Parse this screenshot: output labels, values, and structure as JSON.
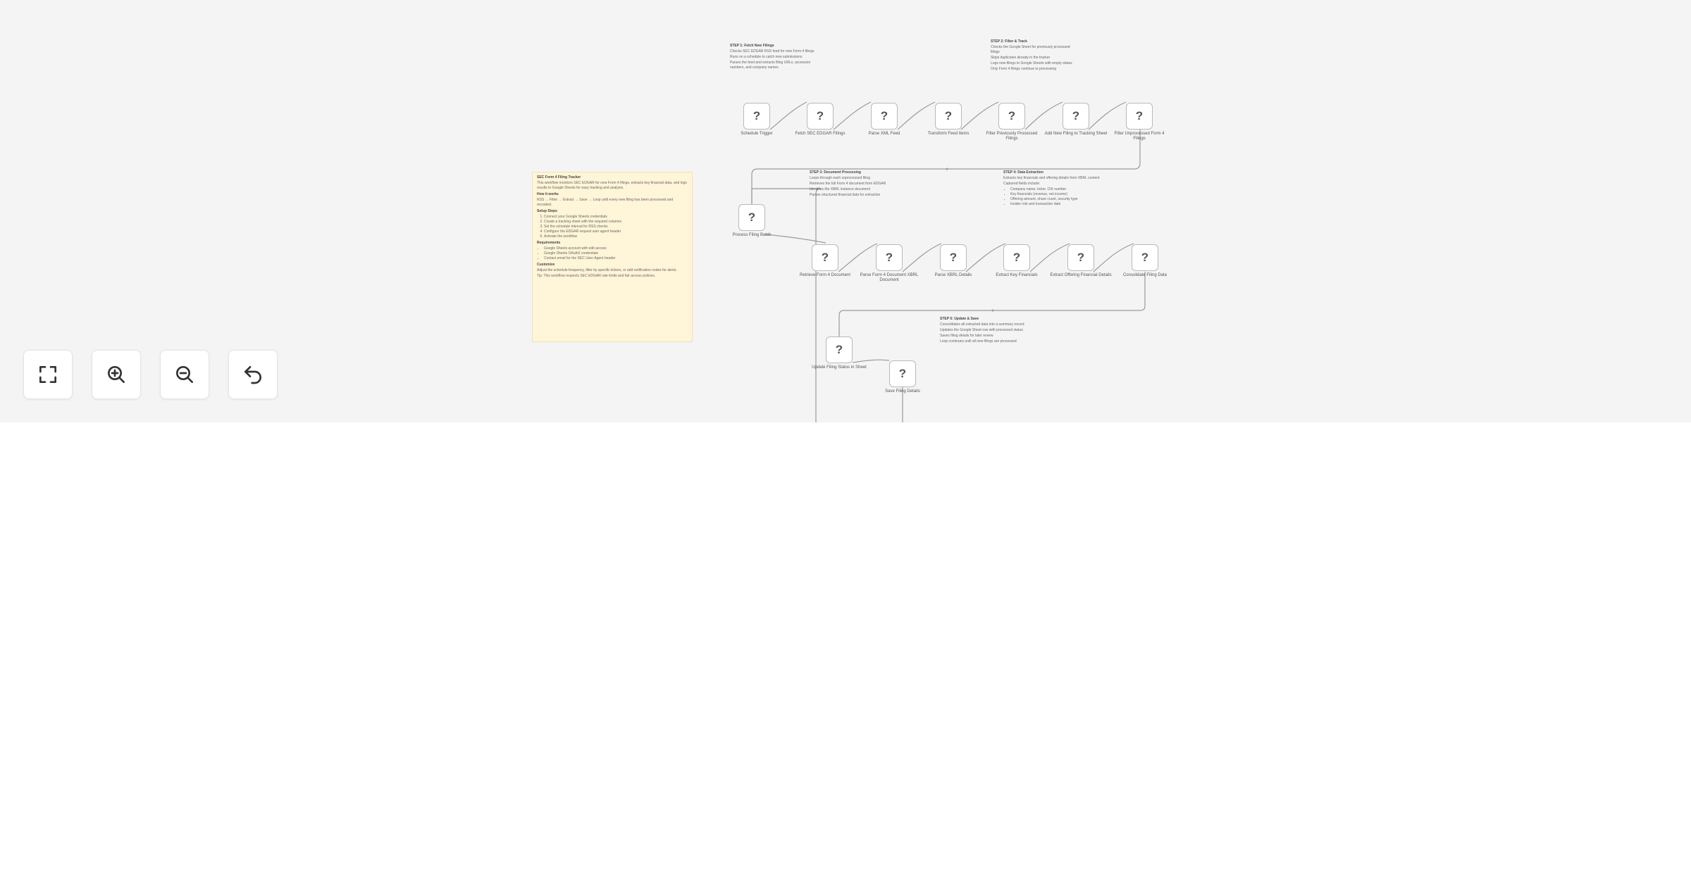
{
  "canvas": {
    "node_symbol": "?",
    "nodes": [
      {
        "id": "n1",
        "label": "Schedule Trigger"
      },
      {
        "id": "n2",
        "label": "Fetch SEC EDGAR Filings"
      },
      {
        "id": "n3",
        "label": "Parse XML Feed"
      },
      {
        "id": "n4",
        "label": "Transform Feed Items"
      },
      {
        "id": "n5",
        "label": "Filter Previously Processed Filings"
      },
      {
        "id": "n6",
        "label": "Add New Filing to Tracking Sheet"
      },
      {
        "id": "n7",
        "label": "Filter Unprocessed Form 4 Filings"
      },
      {
        "id": "n8",
        "label": "Process Filing Batch"
      },
      {
        "id": "n9",
        "label": "Retrieve Form 4 Document"
      },
      {
        "id": "n10",
        "label": "Parse Form 4 Document XBRL Document"
      },
      {
        "id": "n11",
        "label": "Parse XBRL Details"
      },
      {
        "id": "n12",
        "label": "Extract Key Financials"
      },
      {
        "id": "n13",
        "label": "Extract Offering Financial Details"
      },
      {
        "id": "n14",
        "label": "Consolidate Filing Data"
      },
      {
        "id": "n15",
        "label": "Update Filing Status in Sheet"
      },
      {
        "id": "n16",
        "label": "Save Filing Details"
      }
    ],
    "notes": {
      "step1": {
        "title": "STEP 1: Fetch New Filings",
        "lines": [
          "Checks SEC EDGAR RSS feed for new Form 4 filings",
          "Runs on a schedule to catch new submissions",
          "Parses the feed and extracts filing URLs, accession numbers, and company names"
        ]
      },
      "step2": {
        "title": "STEP 2: Filter & Track",
        "lines": [
          "Checks the Google Sheet for previously processed filings",
          "Skips duplicates already in the tracker",
          "Logs new filings to Google Sheets with empty status",
          "Only Form 4 filings continue to processing"
        ]
      },
      "step3": {
        "title": "STEP 3: Document Processing",
        "lines": [
          "Loops through each unprocessed filing",
          "Retrieves the full Form 4 document from EDGAR",
          "Identifies the XBRL instance document",
          "Parses structured financial data for extraction"
        ]
      },
      "step4": {
        "title": "STEP 4: Data Extraction",
        "lines": [
          "Extracts key financials and offering details from XBRL content",
          "Captured fields include:"
        ],
        "bullets": [
          "Company name, ticker, CIK number",
          "Key financials (revenue, net income)",
          "Offering amount, share count, security type",
          "Insider role and transaction date"
        ]
      },
      "step5": {
        "title": "STEP 5: Update & Save",
        "lines": [
          "Consolidates all extracted data into a summary record",
          "Updates the Google Sheet row with processed status",
          "Saves filing details for later review",
          "Loop continues until all new filings are processed"
        ]
      },
      "overview": {
        "title": "SEC Form 4 Filing Tracker",
        "intro": "This workflow monitors SEC EDGAR for new Form 4 filings, extracts key financial data, and logs results to Google Sheets for easy tracking and analysis.",
        "how_title": "How it works",
        "how": "RSS → Filter → Extract → Save → Loop until every new filing has been processed and recorded.",
        "setup_title": "Setup Steps",
        "setup": [
          "Connect your Google Sheets credentials",
          "Create a tracking sheet with the required columns",
          "Set the schedule interval for RSS checks",
          "Configure the EDGAR request user agent header",
          "Activate the workflow"
        ],
        "req_title": "Requirements",
        "req": [
          "Google Sheets account with edit access",
          "Google Sheets OAuth2 credentials",
          "Contact email for the SEC User-Agent header"
        ],
        "custom_title": "Customize",
        "custom": "Adjust the schedule frequency, filter by specific tickers, or add notification nodes for alerts.",
        "tip": "Tip: This workflow respects SEC EDGAR rate limits and fair access policies."
      }
    }
  },
  "controls": [
    {
      "id": "fit",
      "icon": "fullscreen-icon",
      "label": "Fit view"
    },
    {
      "id": "zoom_in",
      "icon": "zoom-in-icon",
      "label": "Zoom in"
    },
    {
      "id": "zoom_out",
      "icon": "zoom-out-icon",
      "label": "Zoom out"
    },
    {
      "id": "reset",
      "icon": "undo-icon",
      "label": "Reset zoom"
    }
  ],
  "colors": {
    "canvas": "#f4f4f4",
    "edge": "#9a9a9a",
    "node_border": "#b9b9b9",
    "sticky": "#fff5d8",
    "accent_red": "#e06a4a"
  }
}
